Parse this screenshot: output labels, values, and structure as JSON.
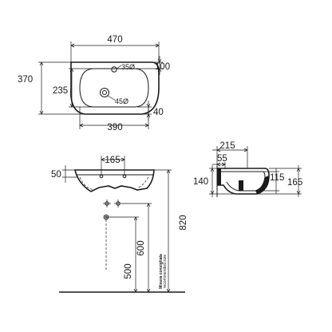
{
  "top_view": {
    "width_label": "470",
    "depth_label": "370",
    "bowl_depth_label": "235",
    "rim_label": "100",
    "front_label": "40",
    "bowl_width_label": "390",
    "tap_hole_label": "35Ø",
    "drain_label": "45Ø"
  },
  "front_view": {
    "spacing_label": "165",
    "top_height_label": "50",
    "height_820_label": "820",
    "height_600_label": "600",
    "height_500_label": "500",
    "recommended_line1": "Misura consigliata",
    "recommended_line2": "recommended size"
  },
  "side_view": {
    "depth_label": "215",
    "offset_label": "55",
    "left_height_label": "140",
    "inner_label": "115",
    "right_height_label": "165"
  }
}
